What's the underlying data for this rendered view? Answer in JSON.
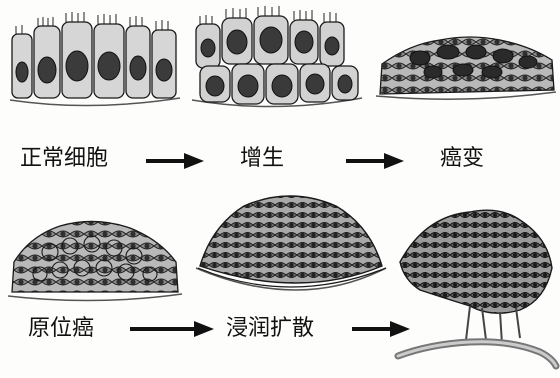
{
  "stages": [
    {
      "id": "normal",
      "label": "正常细胞"
    },
    {
      "id": "hyperplasia",
      "label": "增生"
    },
    {
      "id": "dysplasia",
      "label": "癌变"
    },
    {
      "id": "in_situ",
      "label": "原位癌"
    },
    {
      "id": "invasion",
      "label": "浸润扩散"
    }
  ],
  "colors": {
    "ink": "#1a1a1a",
    "cell_fill": "#cfcfcf",
    "nucleus": "#3a3a3a",
    "tumor": "#5a5a5a",
    "vessel": "#9a9a9a"
  }
}
